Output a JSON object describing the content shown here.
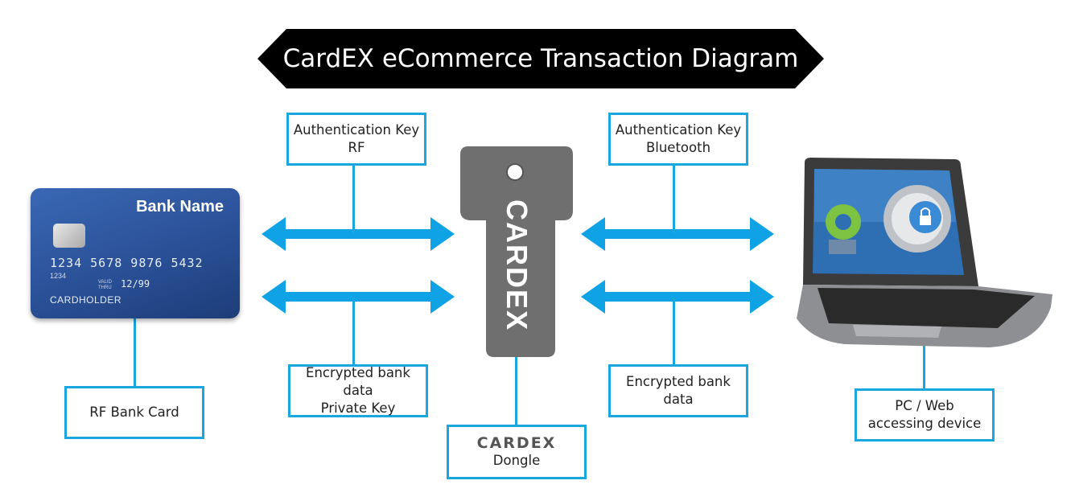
{
  "title": "CardEX eCommerce Transaction Diagram",
  "labels": {
    "auth_rf": [
      "Authentication Key",
      "RF"
    ],
    "auth_bt": [
      "Authentication Key",
      "Bluetooth"
    ],
    "enc_private": [
      "Encrypted bank data",
      "Private Key"
    ],
    "enc_data": "Encrypted bank data",
    "bank_card": "RF Bank Card",
    "dongle_brand": "CARDEX",
    "dongle": "Dongle",
    "pc": [
      "PC / Web",
      "accessing device"
    ]
  },
  "card": {
    "bank_name": "Bank Name",
    "number": "1234 5678 9876 5432",
    "number_small": "1234",
    "valid_thru": [
      "VALID",
      "THRU"
    ],
    "expiry": "12/99",
    "holder": "CARDHOLDER"
  },
  "dongle_key_text": "CARDEX",
  "colors": {
    "accent": "#1aa6df",
    "arrow": "#0fa3e6",
    "banner": "#000000",
    "dongle": "#6f6f6f",
    "card": "#2a5097"
  }
}
